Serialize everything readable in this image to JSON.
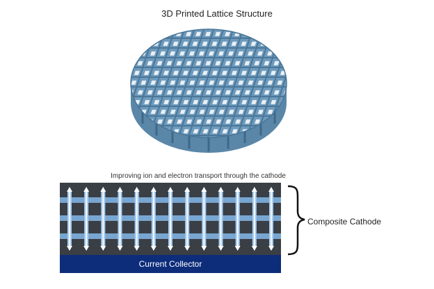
{
  "title": "3D Printed Lattice Structure",
  "caption": "Improving ion and electron transport through the cathode",
  "cathode_label": "Composite Cathode",
  "collector_label": "Current Collector",
  "colors": {
    "lattice": "#6e9bbd",
    "lattice_dark": "#4a7596",
    "cathode_bg": "#3a3f45",
    "bar": "#7fb2e0",
    "collector": "#0d2c7a",
    "arrow": "#ffffff"
  }
}
